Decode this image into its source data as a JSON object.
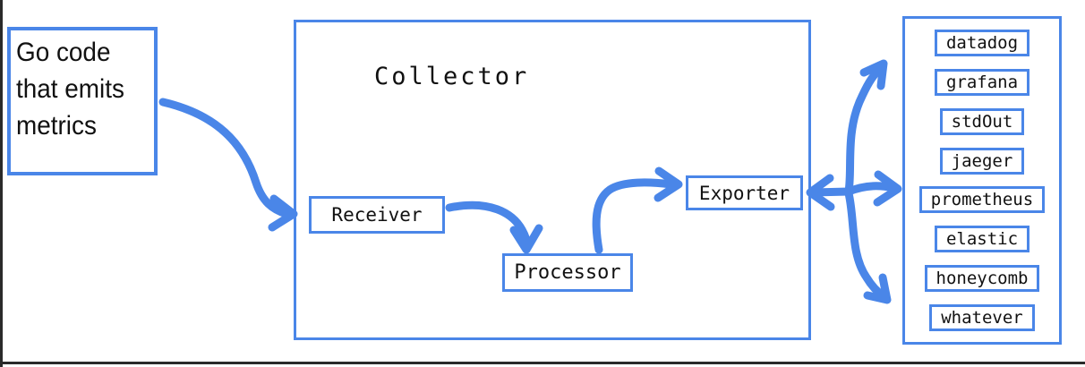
{
  "colors": {
    "accent": "#4a86e8",
    "text": "#111111",
    "background": "#ffffff"
  },
  "source_box": {
    "label": "Go code\nthat emits\nmetrics"
  },
  "collector": {
    "title": "Collector",
    "nodes": {
      "receiver": "Receiver",
      "processor": "Processor",
      "exporter": "Exporter"
    }
  },
  "destinations": {
    "items": [
      "datadog",
      "grafana",
      "stdOut",
      "jaeger",
      "prometheus",
      "elastic",
      "honeycomb",
      "whatever"
    ]
  },
  "edges": [
    {
      "from": "go-code-source",
      "to": "receiver"
    },
    {
      "from": "receiver",
      "to": "processor"
    },
    {
      "from": "processor",
      "to": "exporter"
    },
    {
      "from": "exporter",
      "to": "destinations",
      "style": "fan-out-bidirectional"
    }
  ]
}
